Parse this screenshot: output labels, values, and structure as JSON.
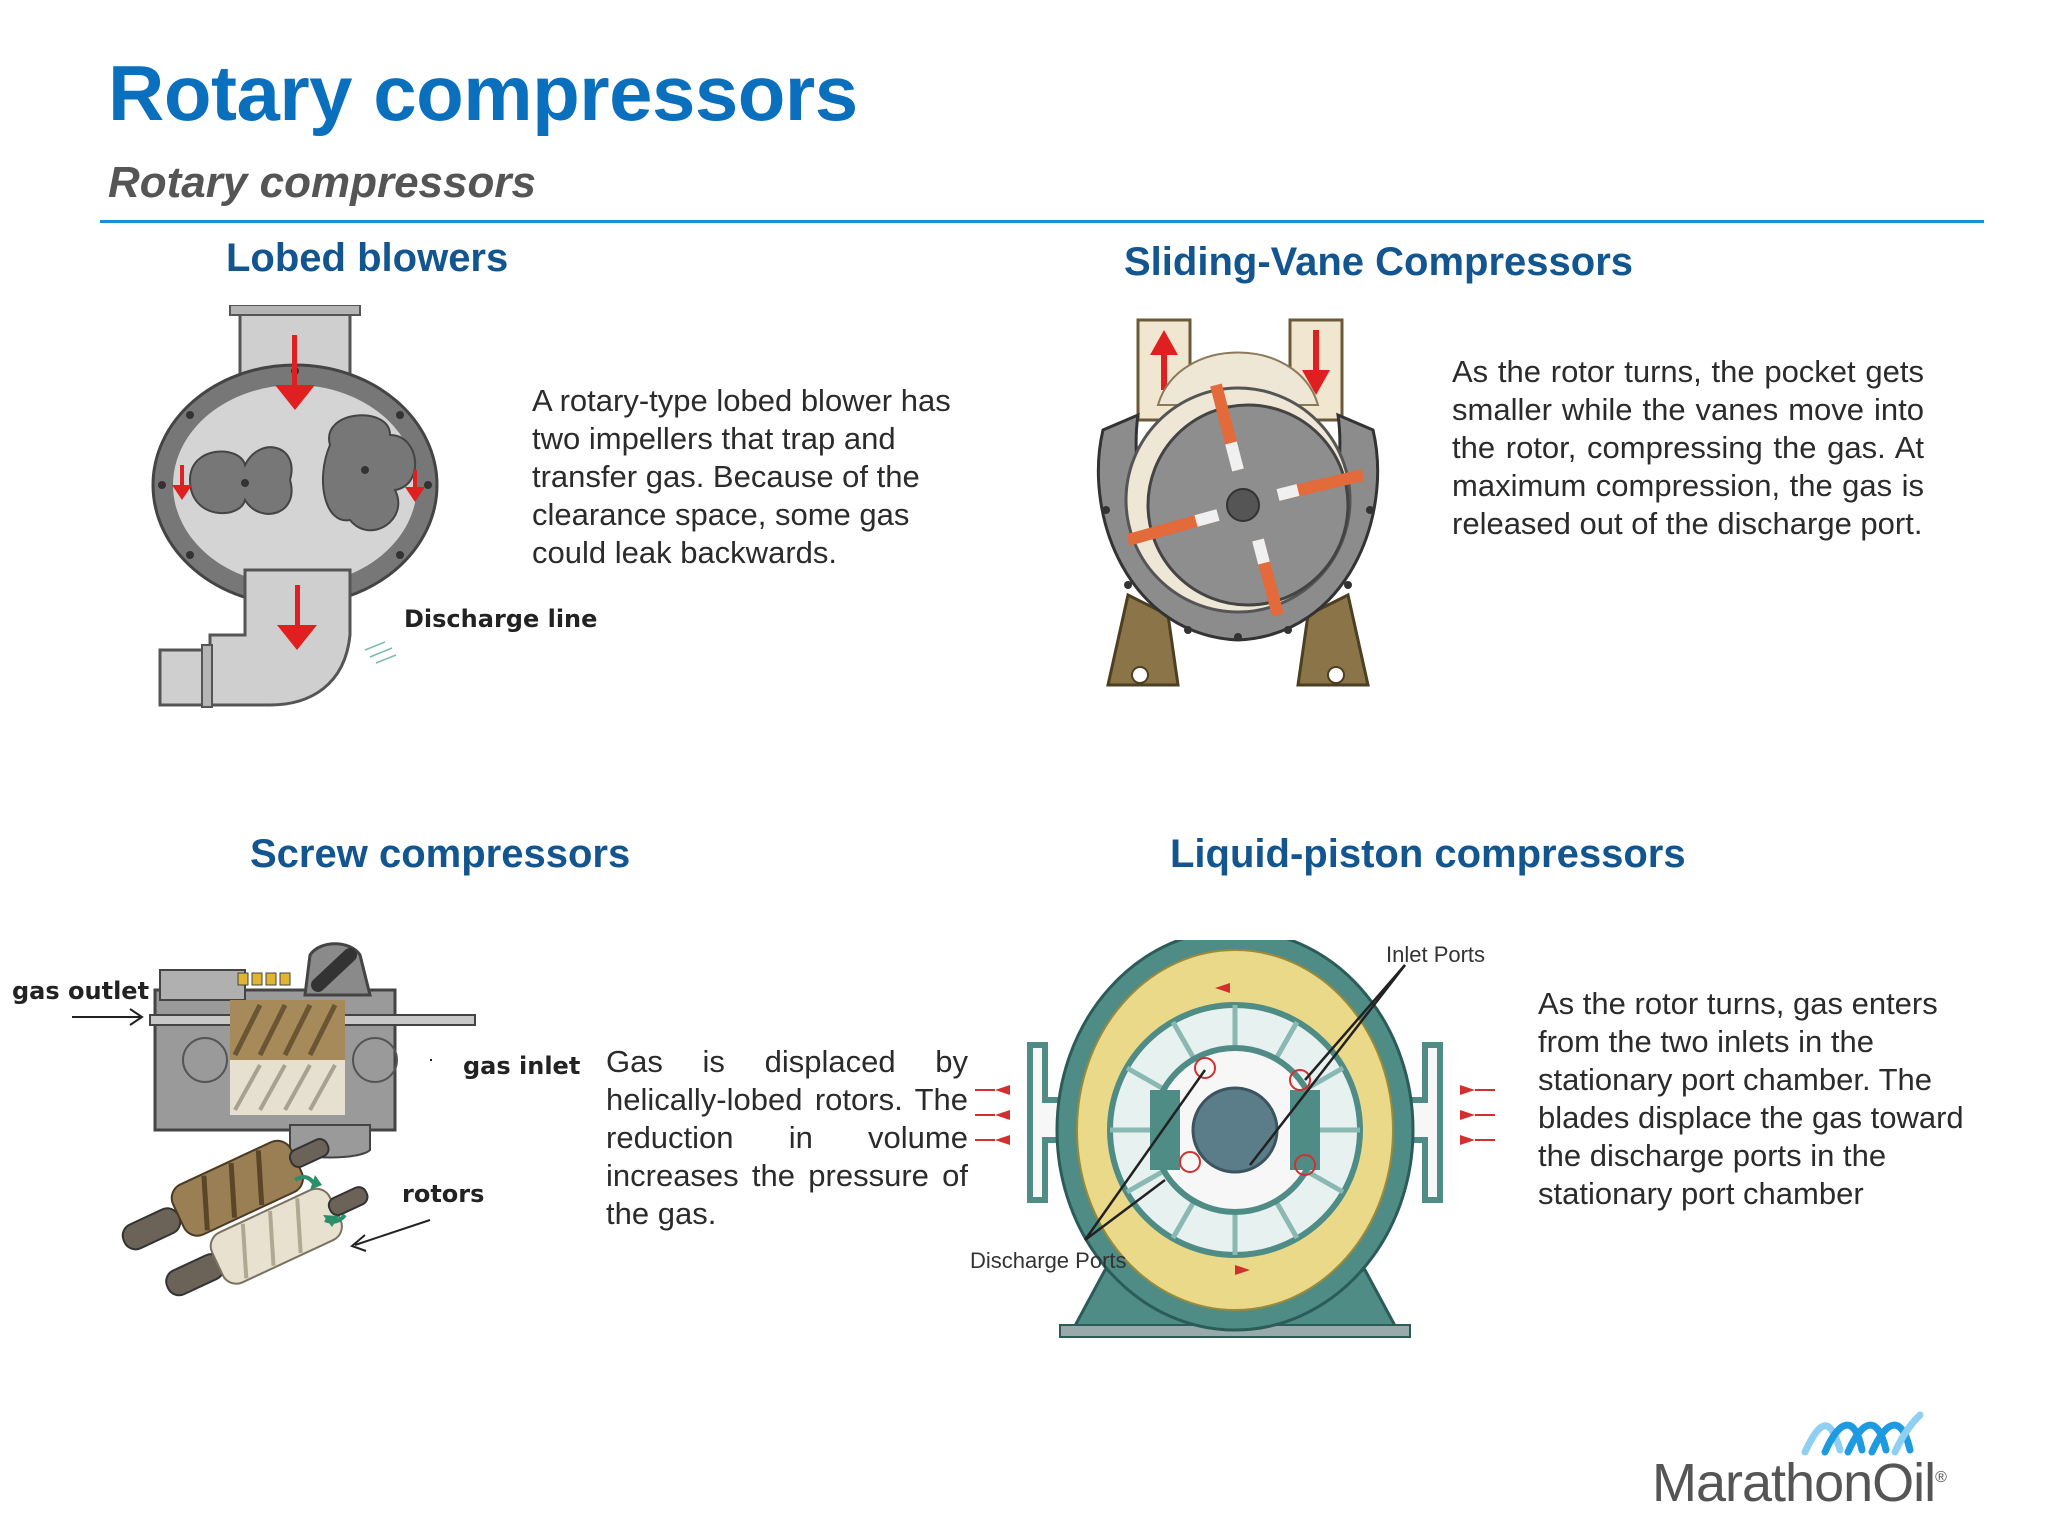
{
  "header": {
    "title": "Rotary compressors",
    "subtitle": "Rotary compressors"
  },
  "sections": {
    "lobed": {
      "heading": "Lobed blowers",
      "text": "A rotary-type lobed blower has two impellers that trap and transfer gas.  Because of the clearance space, some gas could leak backwards.",
      "labels": {
        "discharge": "Discharge line"
      }
    },
    "vane": {
      "heading": "Sliding-Vane Compressors",
      "text": "As the rotor turns, the pocket gets smaller while the vanes move into the rotor, compressing the gas.  At maximum compression, the gas is released out of the discharge port."
    },
    "screw": {
      "heading": "Screw compressors",
      "text": "Gas is displaced by helically-lobed rotors. The reduction in volume increases the pressure of the gas.",
      "labels": {
        "outlet": "gas outlet",
        "inlet": "gas inlet",
        "rotors": "rotors"
      }
    },
    "liquid": {
      "heading": "Liquid-piston compressors",
      "text": "As the rotor turns, gas enters from the two inlets in the stationary port chamber. The blades displace the gas toward the discharge ports in the stationary port chamber",
      "labels": {
        "inlet_ports": "Inlet Ports",
        "discharge_ports": "Discharge Ports"
      }
    }
  },
  "logo": {
    "name": "MarathonOil",
    "registered": "®",
    "colors": {
      "wave": "#1e9be0",
      "wave_light": "#8fd0f2",
      "text": "#555555"
    }
  },
  "colors": {
    "title": "#0a6fbd",
    "section_heading": "#12558f",
    "rule": "#1a8fd6",
    "arrow_red": "#e02020"
  }
}
